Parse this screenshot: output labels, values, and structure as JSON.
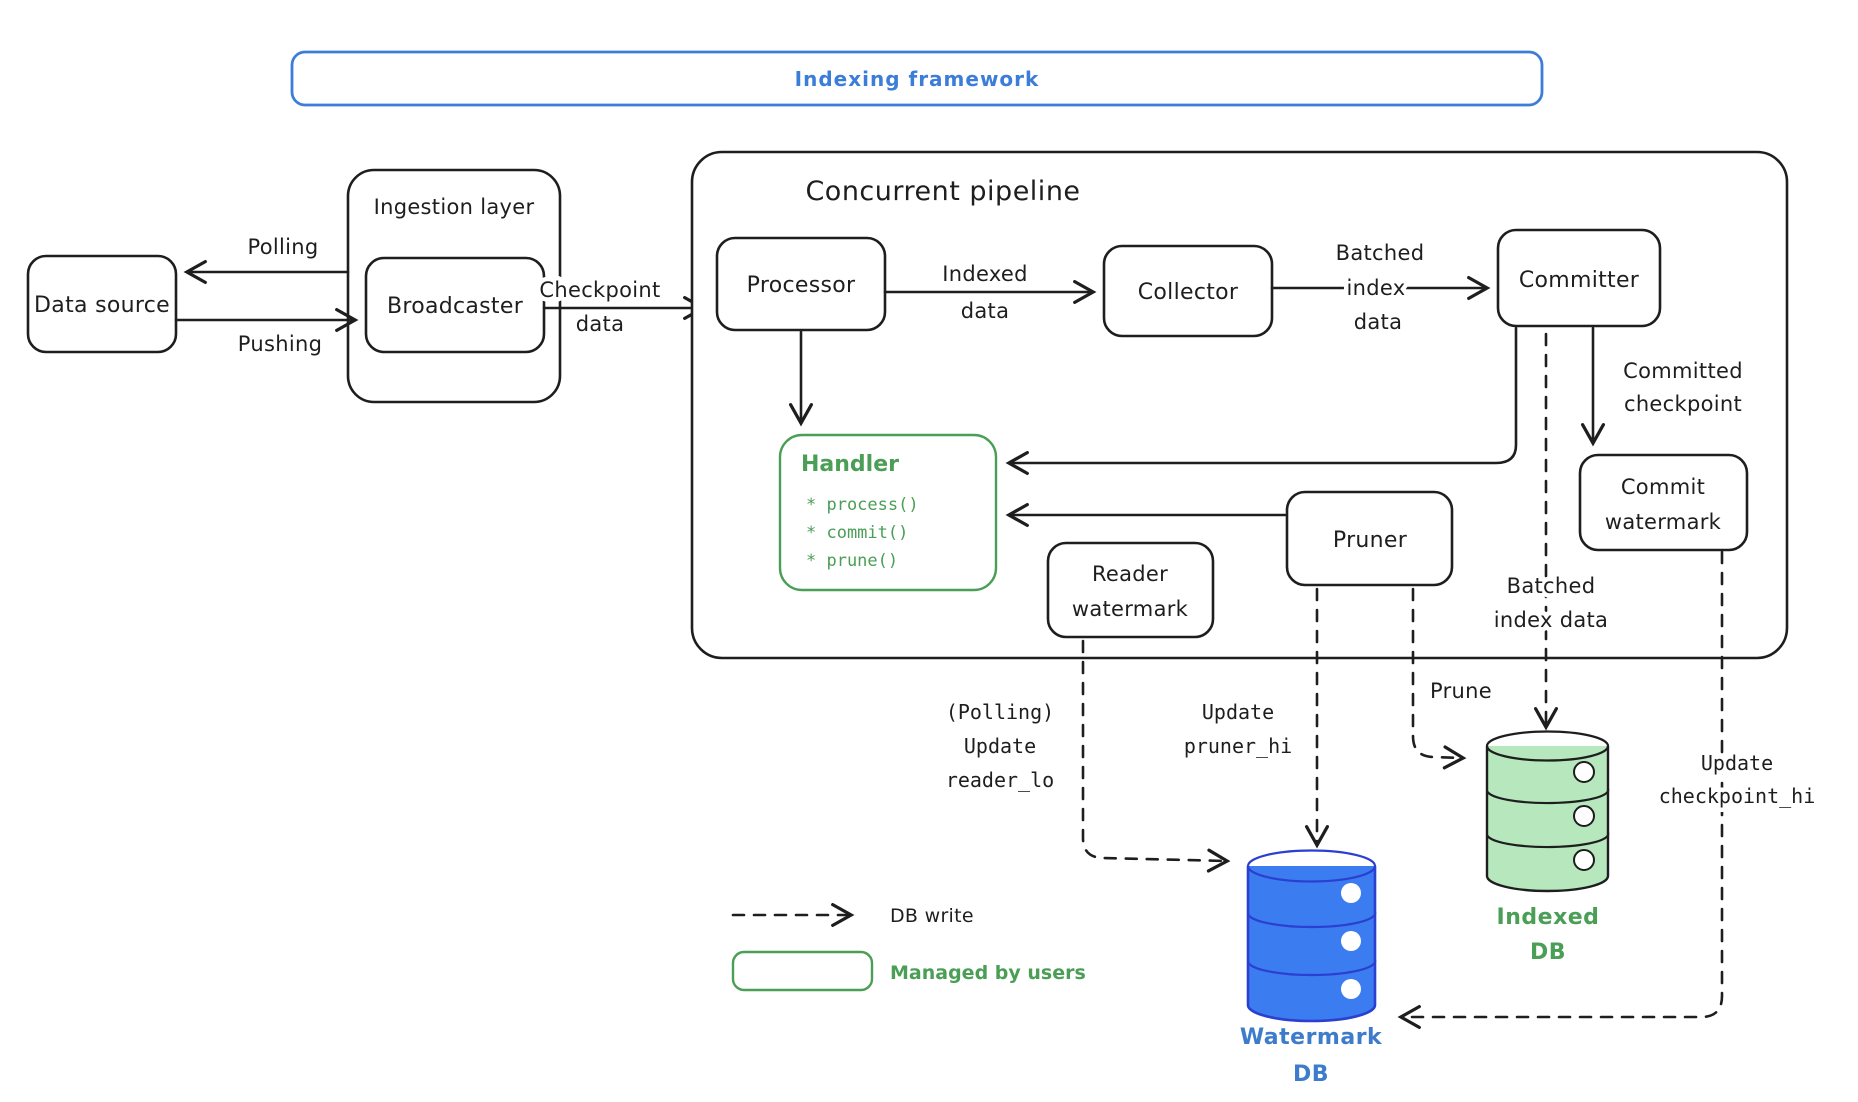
{
  "title": {
    "text": "Indexing framework"
  },
  "nodes": {
    "data_source": {
      "label": "Data source"
    },
    "ingestion_layer": {
      "label": "Ingestion layer"
    },
    "broadcaster": {
      "label": "Broadcaster"
    },
    "concurrent_pipeline": {
      "label": "Concurrent pipeline"
    },
    "processor": {
      "label": "Processor"
    },
    "collector": {
      "label": "Collector"
    },
    "committer": {
      "label": "Committer"
    },
    "handler": {
      "title": "Handler",
      "methods": [
        "* process()",
        "* commit()",
        "* prune()"
      ]
    },
    "pruner": {
      "label": "Pruner"
    },
    "reader_watermark": {
      "lines": [
        "Reader",
        "watermark"
      ]
    },
    "commit_watermark": {
      "lines": [
        "Commit",
        "watermark"
      ]
    }
  },
  "edges": {
    "polling": {
      "label": "Polling"
    },
    "pushing": {
      "label": "Pushing"
    },
    "checkpoint_data": {
      "lines": [
        "Checkpoint",
        "data"
      ]
    },
    "indexed_data": {
      "lines": [
        "Indexed",
        "data"
      ]
    },
    "batched_index_top": {
      "lines": [
        "Batched",
        "index",
        "data"
      ]
    },
    "committed_checkpoint": {
      "lines": [
        "Committed",
        "checkpoint"
      ]
    },
    "batched_index_bottom": {
      "lines": [
        "Batched",
        "index data"
      ]
    },
    "prune": {
      "label": "Prune"
    },
    "update_reader_lo": {
      "lines": [
        "(Polling)",
        "Update",
        "reader_lo"
      ]
    },
    "update_pruner_hi": {
      "lines": [
        "Update",
        "pruner_hi"
      ]
    },
    "update_checkpoint_hi": {
      "lines": [
        "Update",
        "checkpoint_hi"
      ]
    }
  },
  "databases": {
    "watermark_db": {
      "lines": [
        "Watermark",
        "DB"
      ]
    },
    "indexed_db": {
      "lines": [
        "Indexed",
        "DB"
      ]
    }
  },
  "legend": {
    "db_write": "DB write",
    "managed_by_users": "Managed by users"
  },
  "colors": {
    "ink": "#1e1e1e",
    "blue": "#3b7dd8",
    "green": "#4a9e55",
    "db-blue-fill": "#3b7cf0",
    "db-blue-stroke": "#2b3fd0",
    "db-blue-text": "#3d7ccb",
    "db-green-fill": "#b7e7bd",
    "paper": "#ffffff"
  }
}
